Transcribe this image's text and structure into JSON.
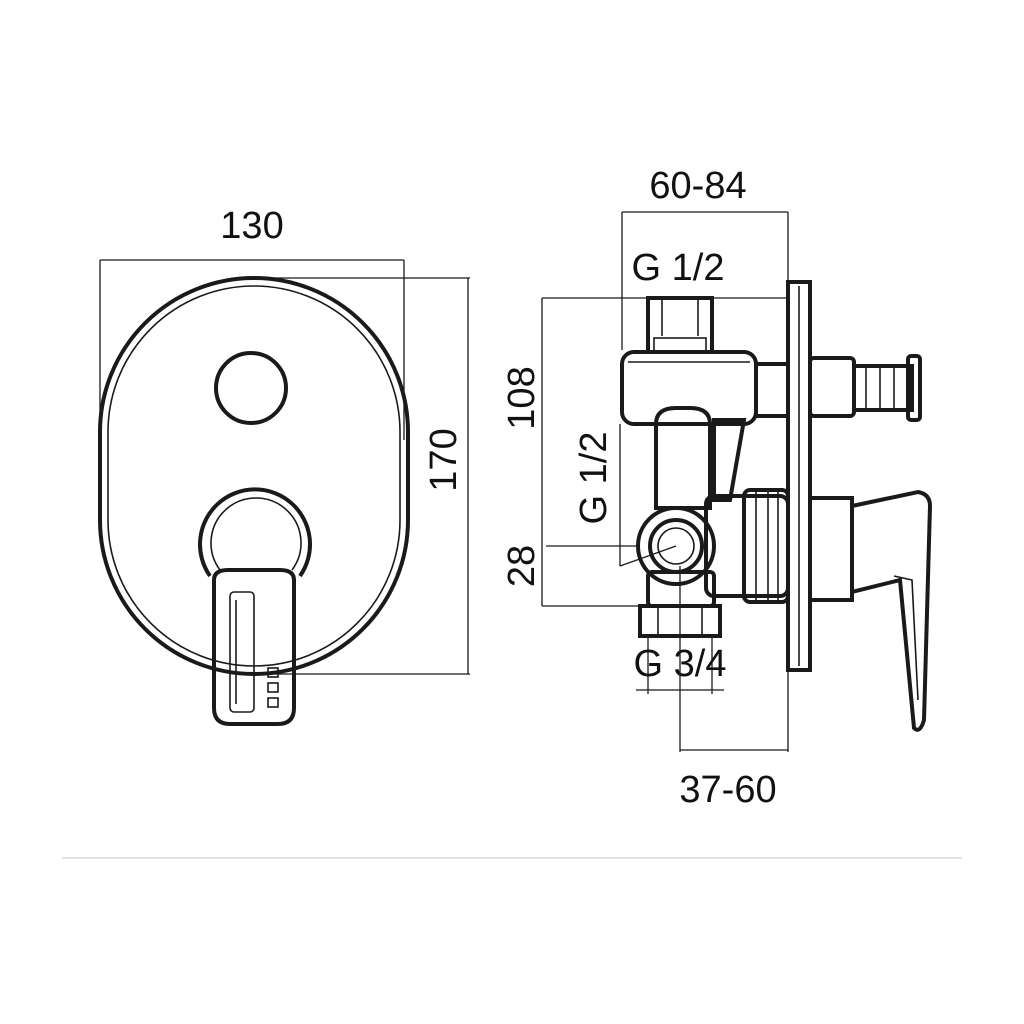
{
  "front_view": {
    "width_label": "130",
    "height_label": "170"
  },
  "side_view": {
    "depth_label": "60-84",
    "top_inlet_label": "G 1/2",
    "height_label": "108",
    "side_inlet_label": "G 1/2",
    "offset_label": "28",
    "outlet_label": "G 3/4",
    "min_depth_label": "37-60"
  }
}
